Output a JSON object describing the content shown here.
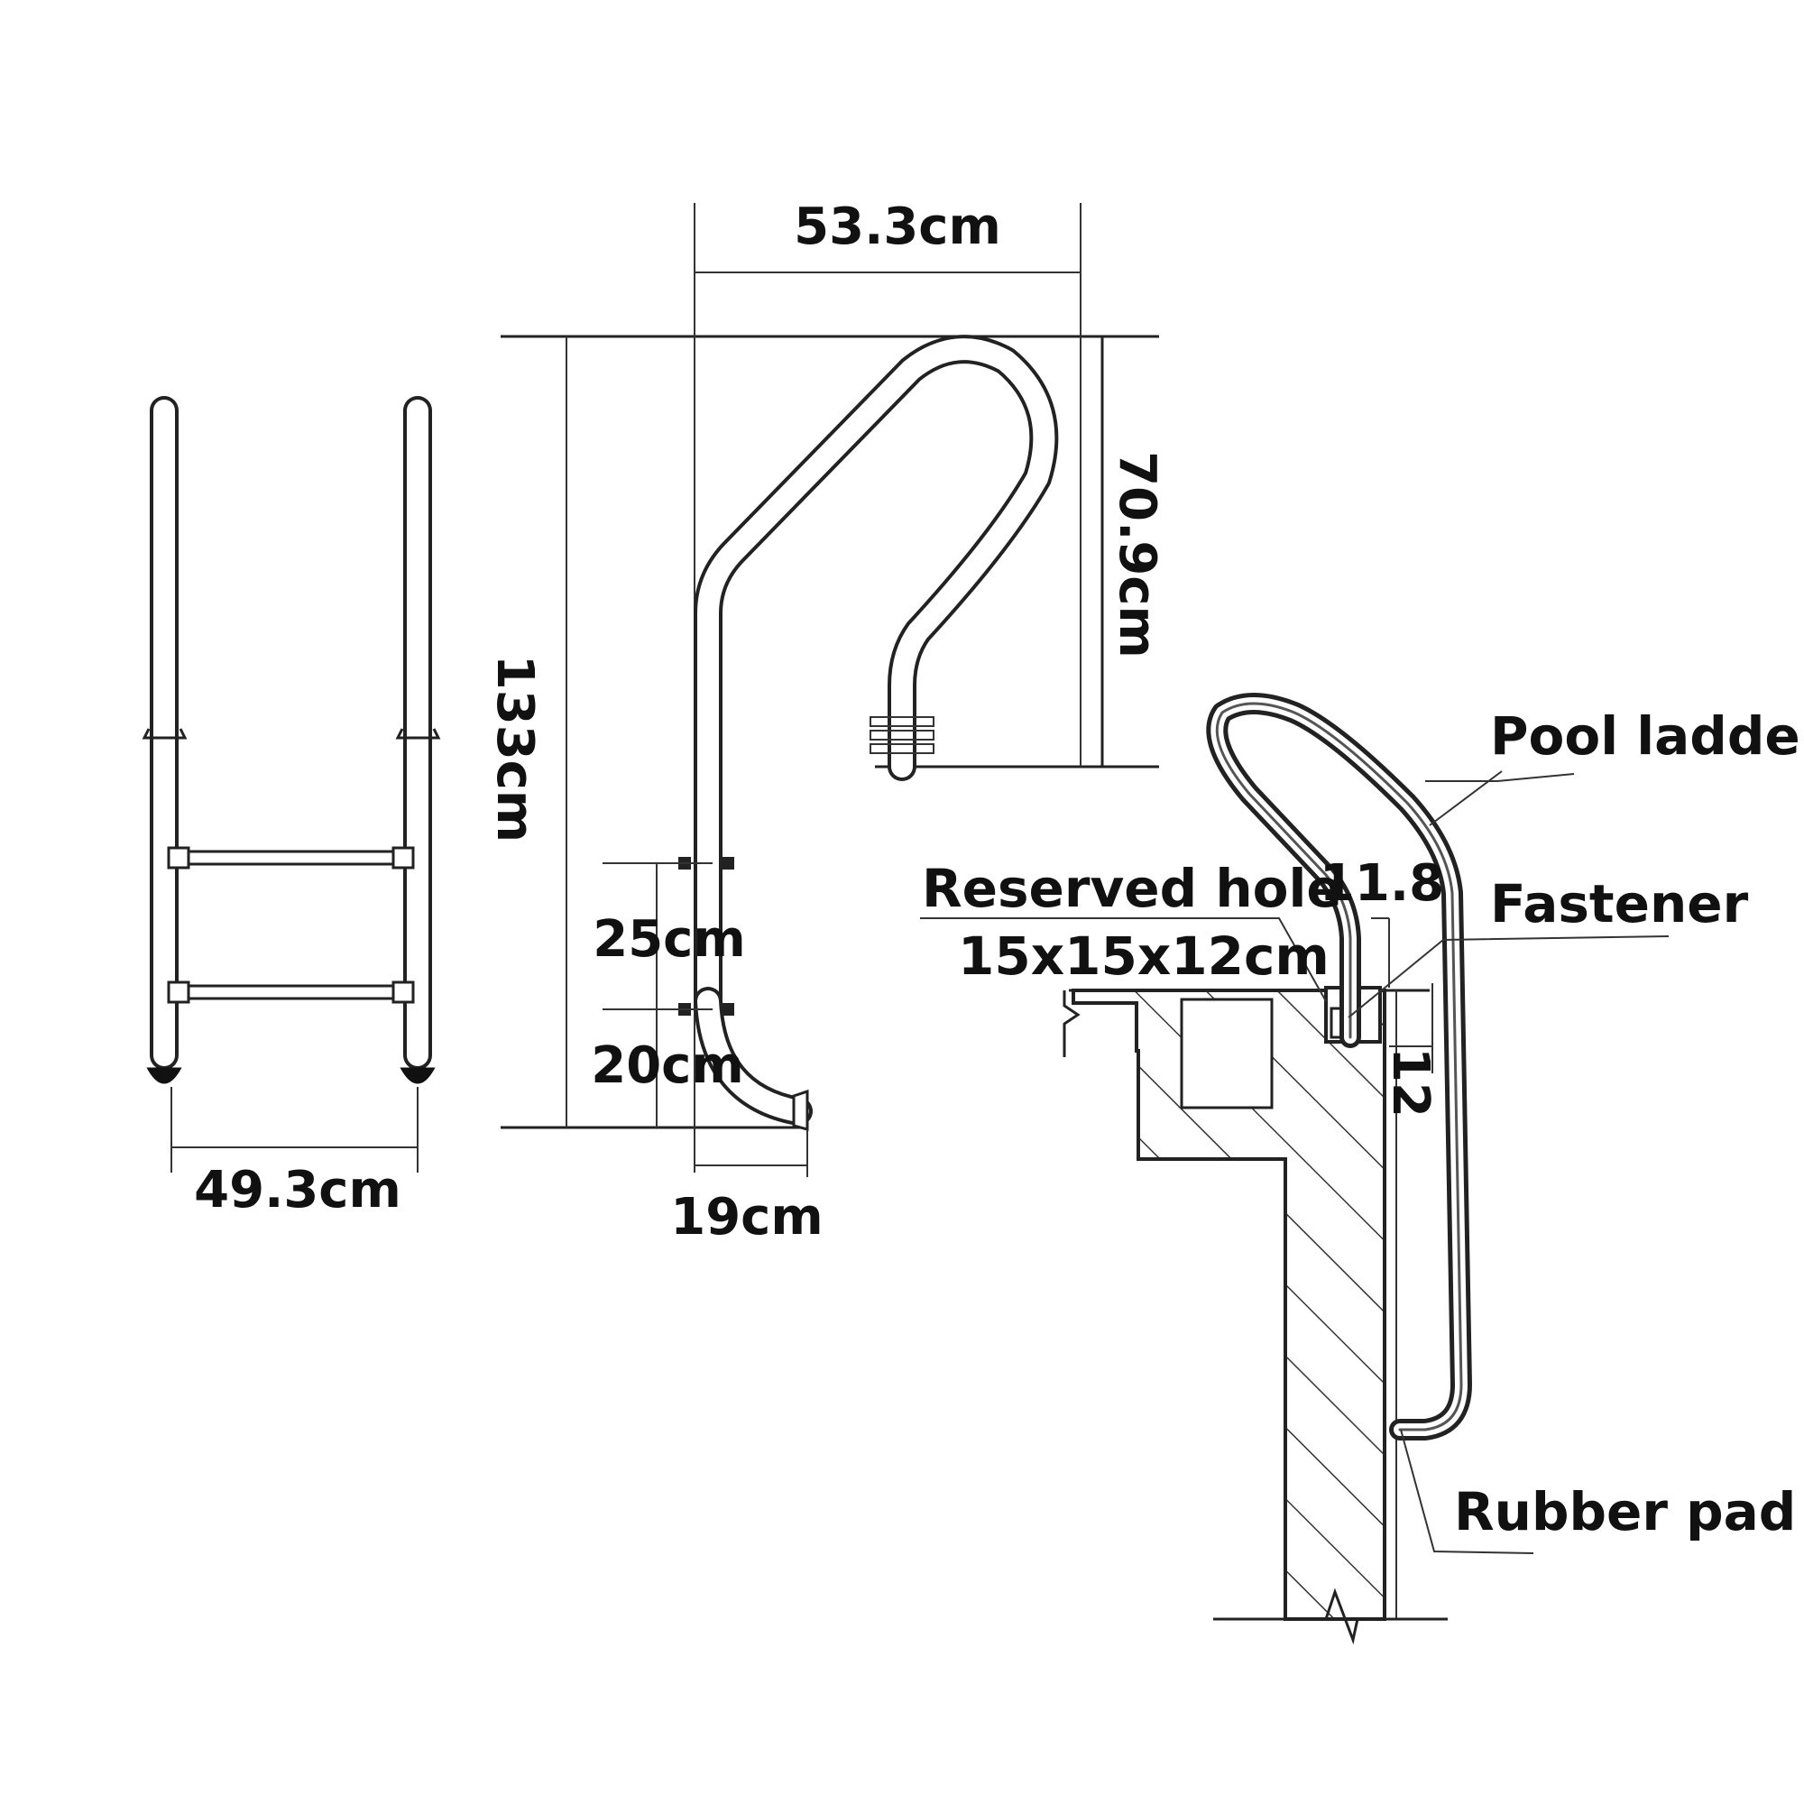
{
  "colors": {
    "ink": "#222222",
    "background": "#ffffff",
    "concrete_fill": "#ffffff"
  },
  "front_view": {
    "width_label": "49.3cm"
  },
  "side_view": {
    "top_width_label": "53.3cm",
    "height_label": "133cm",
    "handrail_height_label": "70.9cm",
    "step_spacing_label": "25cm",
    "bottom_spacing_label": "20cm",
    "foot_offset_label": "19cm"
  },
  "installation_view": {
    "pool_ladder_label": "Pool ladder",
    "reserved_hole_label": "Reserved hole",
    "reserved_hole_size_label": "15x15x12cm",
    "fastener_label": "Fastener",
    "rubber_pad_label": "Rubber pad",
    "gap_top_label": "11.8",
    "gap_side_label": "12"
  }
}
